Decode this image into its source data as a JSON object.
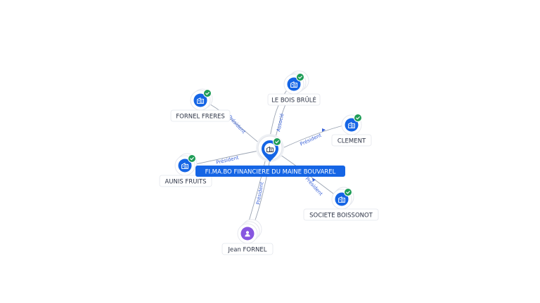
{
  "colors": {
    "company": "#1565e5",
    "person": "#8756e0",
    "check": "#1f9d57",
    "edge": "#9aa3b2",
    "edge_label": "#3d64d8"
  },
  "center": {
    "label": "FI.MA.BO FINANCIERE DU MAINE BOUVAREL",
    "icon": "building-icon",
    "badge": "check-icon"
  },
  "nodes": [
    {
      "id": "le-bois-brule",
      "label": "LE BOIS BRÛLÉ",
      "kind": "company",
      "edge_label": "Associé"
    },
    {
      "id": "fornel-freres",
      "label": "FORNEL FRERES",
      "kind": "company",
      "edge_label": "Président"
    },
    {
      "id": "clement",
      "label": "CLEMENT",
      "kind": "company",
      "edge_label": "Président"
    },
    {
      "id": "aunis-fruits",
      "label": "AUNIS FRUITS",
      "kind": "company",
      "edge_label": "Président"
    },
    {
      "id": "societe-boissonot",
      "label": "SOCIETE BOISSONOT",
      "kind": "company",
      "edge_label": "Président"
    },
    {
      "id": "jean-fornel",
      "label": "Jean FORNEL",
      "kind": "person",
      "edge_label": "Président"
    }
  ]
}
